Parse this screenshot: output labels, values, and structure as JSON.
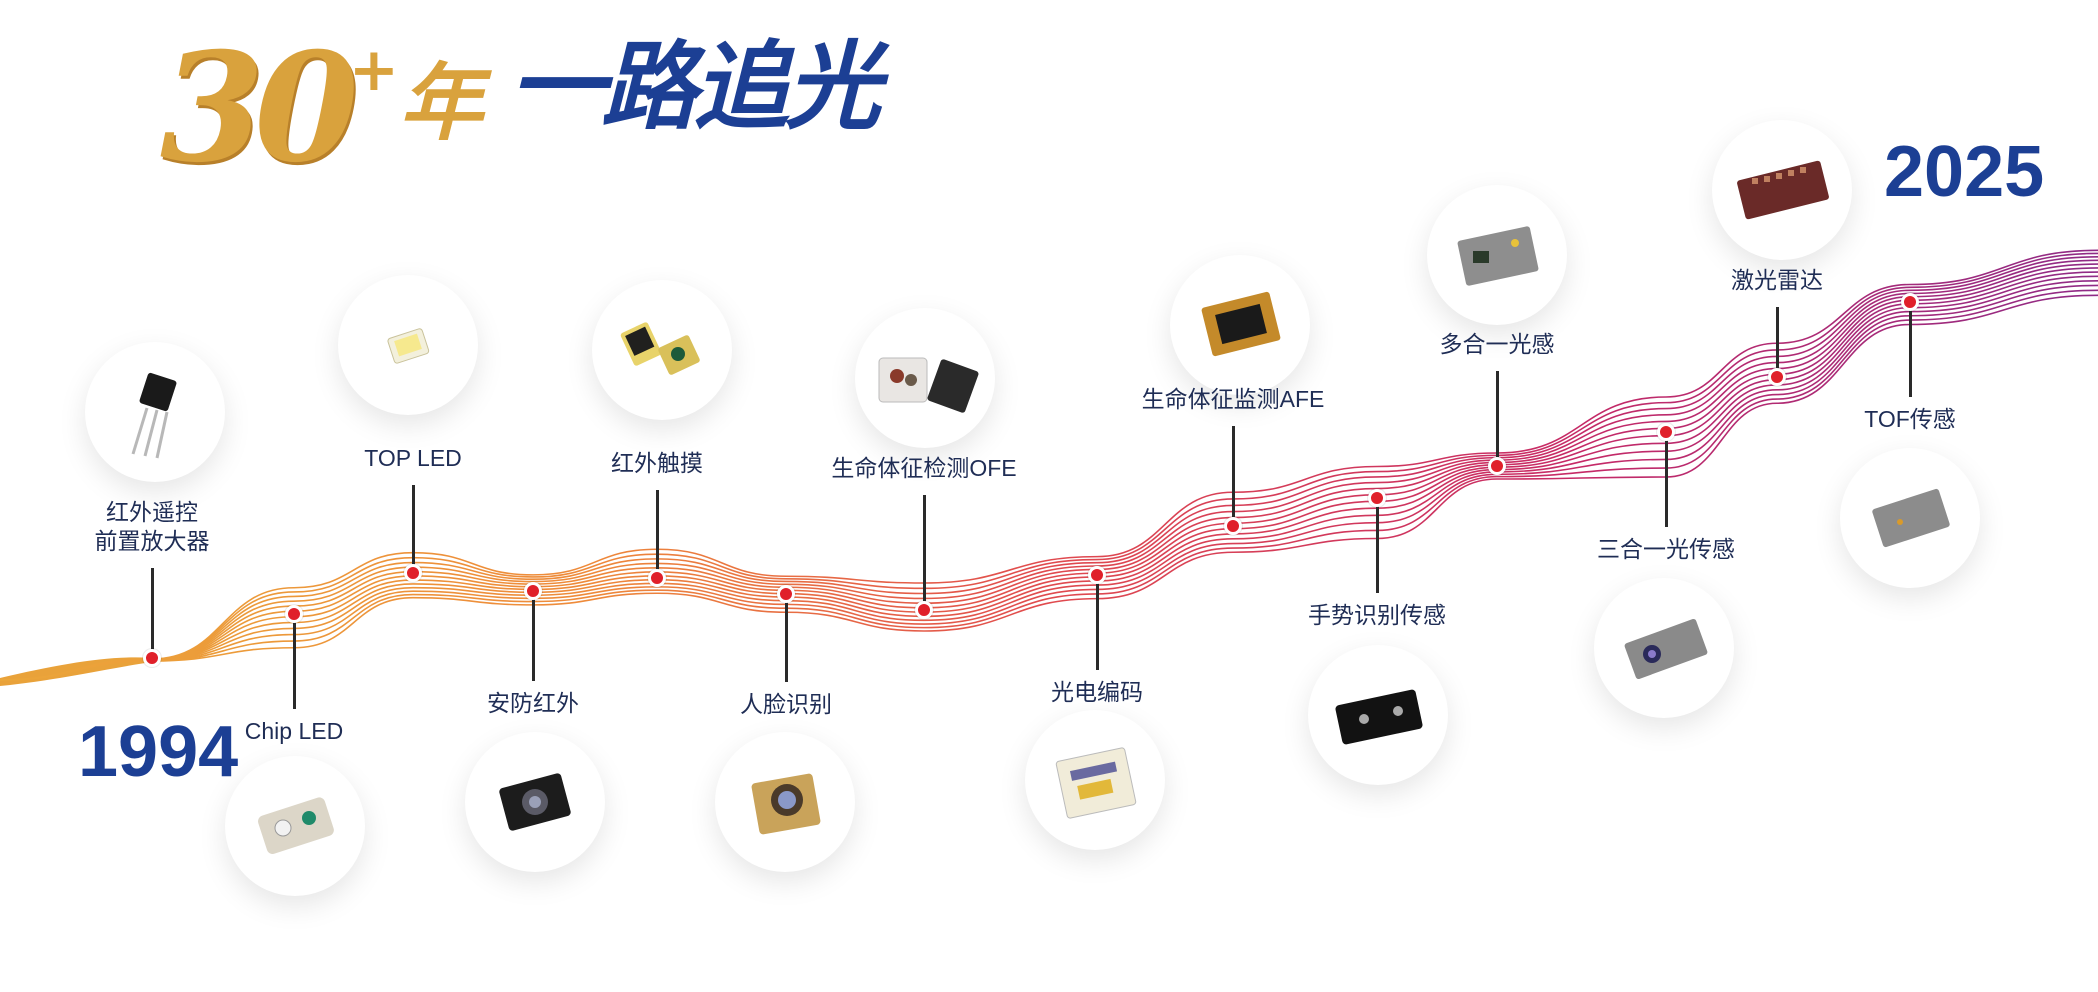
{
  "title": {
    "number": "30",
    "superscript": "+",
    "unit": "年",
    "slogan": "一路追光"
  },
  "years": {
    "start": "1994",
    "end": "2025"
  },
  "colors": {
    "gold": "#d9a23d",
    "blue": "#1c3f94",
    "orange": "#ee9a3a",
    "magenta": "#9b2a7a",
    "dot": "#e0202a",
    "label": "#1f2d55"
  },
  "milestones": [
    {
      "label": "红外遥控\n前置放大器",
      "icon": "ir-receiver-icon"
    },
    {
      "label": "Chip LED",
      "icon": "chip-led-icon"
    },
    {
      "label": "TOP LED",
      "icon": "top-led-icon"
    },
    {
      "label": "安防红外",
      "icon": "security-ir-icon"
    },
    {
      "label": "红外触摸",
      "icon": "ir-touch-icon"
    },
    {
      "label": "人脸识别",
      "icon": "face-recognition-icon"
    },
    {
      "label": "生命体征检测OFE",
      "icon": "ofe-module-icon"
    },
    {
      "label": "光电编码",
      "icon": "photo-encoder-icon"
    },
    {
      "label": "生命体征监测AFE",
      "icon": "afe-chip-icon"
    },
    {
      "label": "手势识别传感",
      "icon": "gesture-sensor-icon"
    },
    {
      "label": "多合一光感",
      "icon": "multi-light-sensor-icon"
    },
    {
      "label": "三合一光传感",
      "icon": "three-in-one-sensor-icon"
    },
    {
      "label": "激光雷达",
      "icon": "lidar-icon"
    },
    {
      "label": "TOF传感",
      "icon": "tof-sensor-icon"
    }
  ]
}
